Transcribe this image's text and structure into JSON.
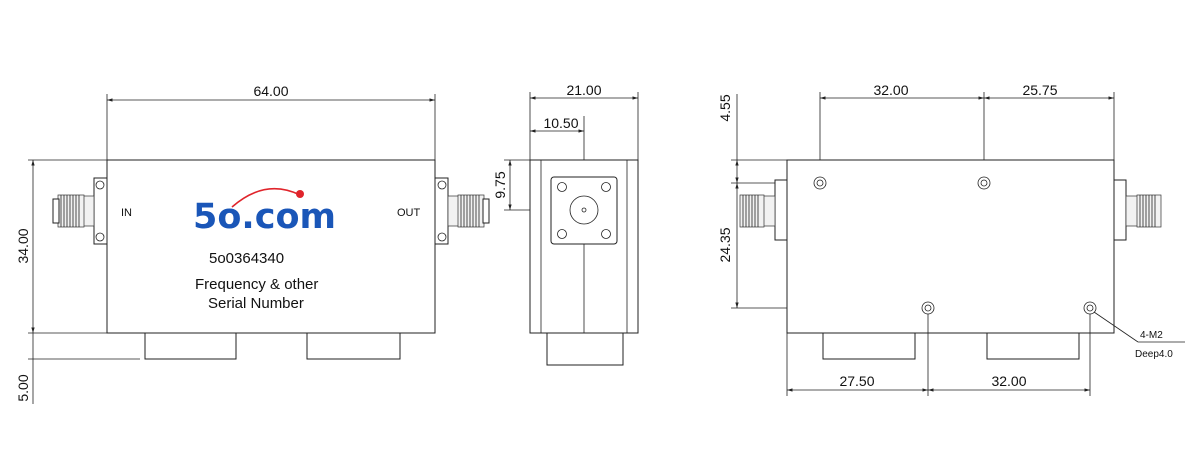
{
  "front_view": {
    "width_dim": "64.00",
    "height_dim": "34.00",
    "bottom_dim": "5.00",
    "in_label": "IN",
    "out_label": "OUT",
    "logo_text": "5o.com",
    "model": "5o0364340",
    "freq_line": "Frequency & other",
    "serial_line": "Serial Number"
  },
  "side_view": {
    "width_dim": "21.00",
    "offset_dim": "10.50",
    "height_dim": "9.75"
  },
  "bottom_view": {
    "top_left_dim": "32.00",
    "top_right_dim": "25.75",
    "left_top_dim": "4.55",
    "left_mid_dim": "24.35",
    "bottom_left_dim": "27.50",
    "bottom_right_dim": "32.00",
    "hole_note": "4-M2",
    "depth_note": "Deep4.0"
  },
  "colors": {
    "logo_blue": "#1a56b8",
    "logo_red": "#e0242b"
  }
}
